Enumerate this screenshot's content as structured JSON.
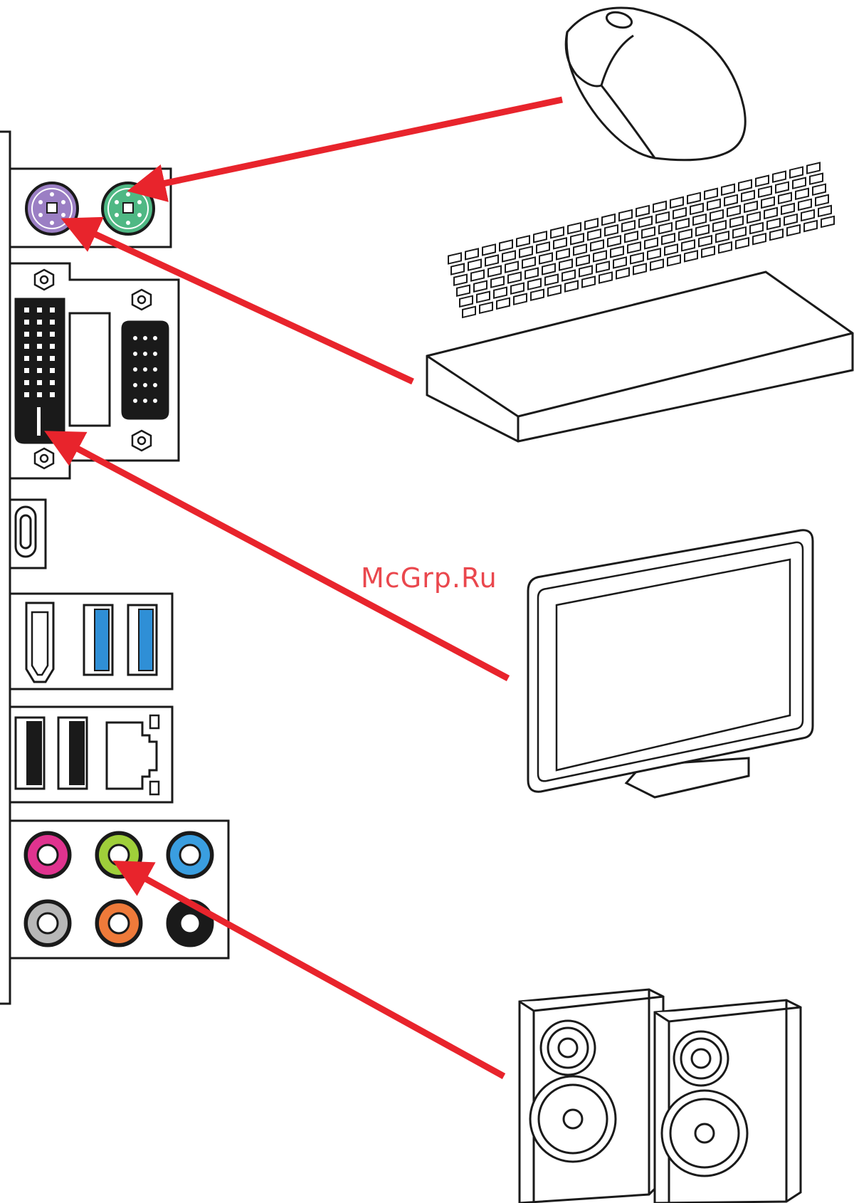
{
  "watermark": "McGrp.Ru",
  "colors": {
    "arrow": "#e8242c",
    "outline": "#1a1a1a",
    "ps2_keyboard": "#9b7fc4",
    "ps2_mouse": "#4fb884",
    "usb3": "#2f8fd6",
    "audio_pink": "#e0338f",
    "audio_green": "#9fcf3a",
    "audio_blue": "#3a9ee0",
    "audio_gray": "#b8b8b8",
    "audio_orange": "#ee7a3a",
    "audio_black": "#1a1a1a"
  },
  "connections": [
    {
      "from": "mouse",
      "to": "ps2-mouse-port"
    },
    {
      "from": "keyboard",
      "to": "ps2-keyboard-port"
    },
    {
      "from": "monitor",
      "to": "dvi-port"
    },
    {
      "from": "speakers",
      "to": "audio-line-out-jack"
    }
  ]
}
